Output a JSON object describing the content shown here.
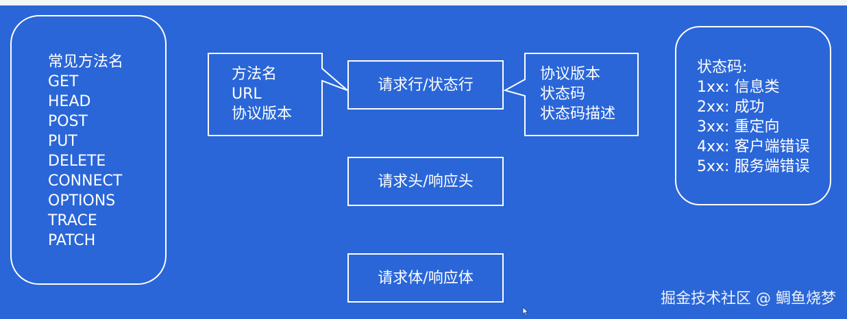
{
  "methods": {
    "title": "常见方法名",
    "items": [
      "GET",
      "HEAD",
      "POST",
      "PUT",
      "DELETE",
      "CONNECT",
      "OPTIONS",
      "TRACE",
      "PATCH"
    ]
  },
  "left_callout": {
    "lines": [
      "方法名",
      "URL",
      "协议版本"
    ]
  },
  "request_line": {
    "label": "请求行/状态行"
  },
  "right_callout": {
    "lines": [
      "协议版本",
      "状态码",
      "状态码描述"
    ]
  },
  "status_codes": {
    "title": "状态码:",
    "items": [
      "1xx: 信息类",
      "2xx: 成功",
      "3xx: 重定向",
      "4xx: 客户端错误",
      "5xx: 服务端错误"
    ]
  },
  "request_header": {
    "label": "请求头/响应头"
  },
  "request_body": {
    "label": "请求体/响应体"
  },
  "watermark": "掘金技术社区 @ 鲷鱼烧梦",
  "colors": {
    "background": "#2a66d8",
    "stroke": "#ffffff",
    "top_band": "#f4f5f7"
  }
}
